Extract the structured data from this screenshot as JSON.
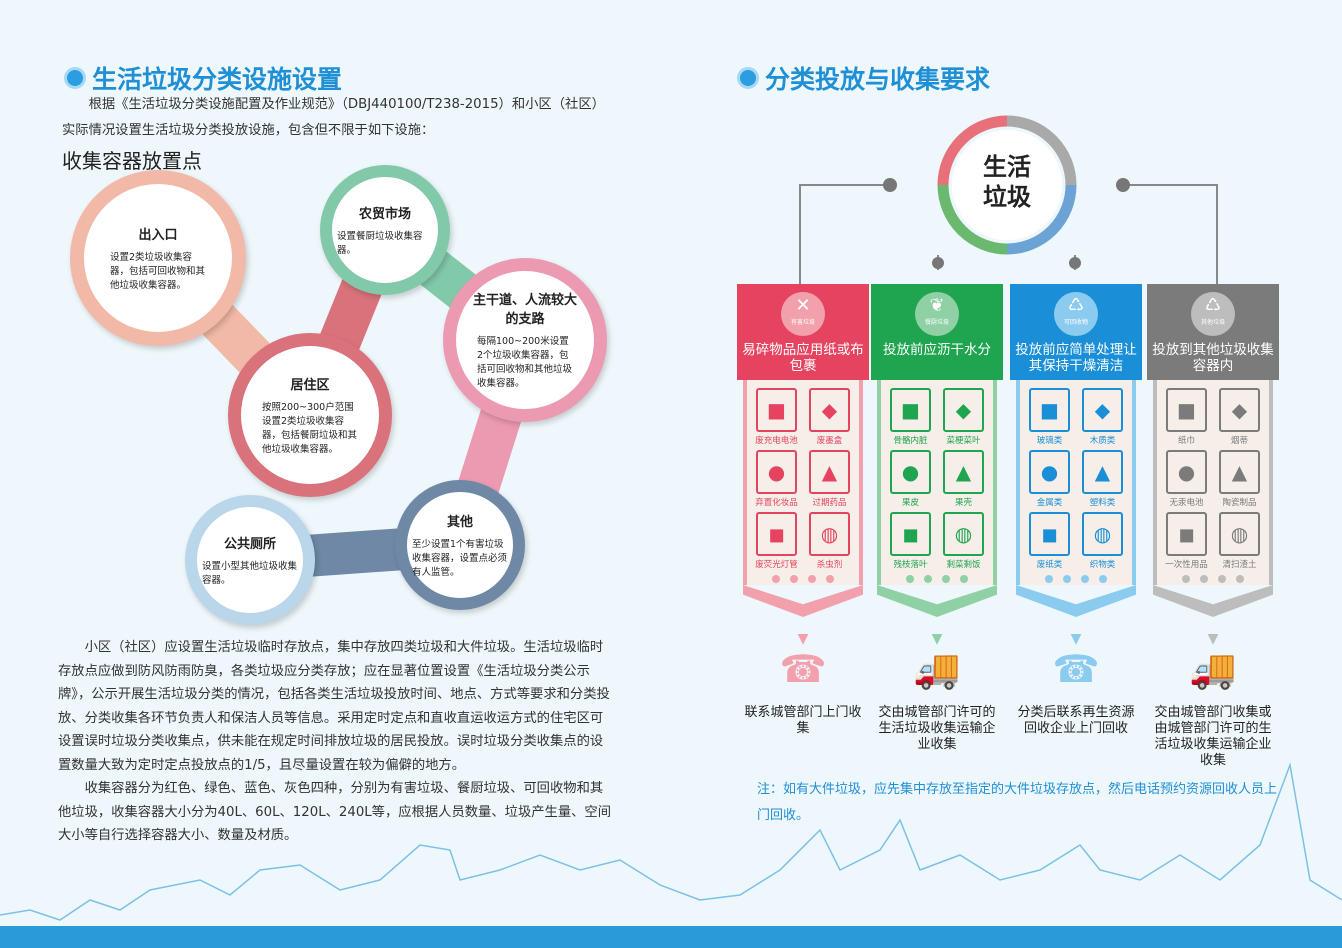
{
  "left": {
    "title": "生活垃圾分类设施设置",
    "intro": "根据《生活垃圾分类设施配置及作业规范》（DBJ440100/T238-2015）和小区（社区）实际情况设置生活垃圾分类投放设施，包含但不限于如下设施：",
    "subheading": "收集容器放置点",
    "points": [
      {
        "title": "出入口",
        "text": "设置2类垃圾收集容器，包括可回收物和其他垃圾收集容器。",
        "color": "#f2b8a8"
      },
      {
        "title": "农贸市场",
        "text": "设置餐厨垃圾收集容器。",
        "color": "#82c9aa"
      },
      {
        "title": "居住区",
        "text": "按照200~300户范围设置2类垃圾收集容器，包括餐厨垃圾和其他垃圾收集容器。",
        "color": "#d9727b"
      },
      {
        "title": "主干道、人流较大的支路",
        "text": "每隔100~200米设置2个垃圾收集容器，包括可回收物和其他垃圾收集容器。",
        "color": "#ec9ab2"
      },
      {
        "title": "其他",
        "text": "至少设置1个有害垃圾收集容器，设置点必须有人监管。",
        "color": "#6e88a6"
      },
      {
        "title": "公共厕所",
        "text": "设置小型其他垃圾收集容器。",
        "color": "#bad6eb"
      }
    ],
    "para1": "小区（社区）应设置生活垃圾临时存放点，集中存放四类垃圾和大件垃圾。生活垃圾临时存放点应做到防风防雨防臭，各类垃圾应分类存放；应在显著位置设置《生活垃圾分类公示牌》，公示开展生活垃圾分类的情况，包括各类生活垃圾投放时间、地点、方式等要求和分类投放、分类收集各环节负责人和保洁人员等信息。采用定时定点和直收直运收运方式的住宅区可设置误时垃圾分类收集点，供未能在规定时间排放垃圾的居民投放。误时垃圾分类收集点的设置数量大致为定时定点投放点的1/5，且尽量设置在较为偏僻的地方。",
    "para2": "收集容器分为红色、绿色、蓝色、灰色四种，分别为有害垃圾、餐厨垃圾、可回收物和其他垃圾，收集容器大小分为40L、60L、120L、240L等，应根据人员数量、垃圾产生量、空间大小等自行选择容器大小、数量及材质。"
  },
  "right": {
    "title": "分类投放与收集要求",
    "center": "生活垃圾",
    "columns": [
      {
        "badge": "有害垃圾",
        "color": "#e5435f",
        "light": "#f3a0ad",
        "head": "易碎物品应用纸或布包裹",
        "items": [
          "废充电电池",
          "废墨盒",
          "弃置化妆品",
          "过期药品",
          "废荧光灯管",
          "杀虫剂"
        ],
        "icon": "phone-icon",
        "out": "联系城管部门上门收集"
      },
      {
        "badge": "餐厨垃圾",
        "color": "#1fa54f",
        "light": "#8fd0a5",
        "head": "投放前应沥干水分",
        "items": [
          "骨骼内脏",
          "菜梗菜叶",
          "果皮",
          "果壳",
          "残枝落叶",
          "剩菜剩饭"
        ],
        "icon": "truck-icon",
        "out": "交由城管部门许可的生活垃圾收集运输企业收集"
      },
      {
        "badge": "可回收物",
        "color": "#1a8ed6",
        "light": "#8ccbf0",
        "head": "投放前应简单处理让其保持干燥清洁",
        "items": [
          "玻璃类",
          "木质类",
          "金属类",
          "塑料类",
          "废纸类",
          "织物类"
        ],
        "icon": "phone-icon",
        "out": "分类后联系再生资源回收企业上门回收"
      },
      {
        "badge": "其他垃圾",
        "color": "#7b7b7b",
        "light": "#bdbdbd",
        "head": "投放到其他垃圾收集容器内",
        "items": [
          "纸巾",
          "烟蒂",
          "无汞电池",
          "陶瓷制品",
          "一次性用品",
          "清扫渣土"
        ],
        "icon": "truck-icon",
        "out": "交由城管部门收集或由城管部门许可的生活垃圾收集运输企业收集"
      }
    ],
    "note": "注：如有大件垃圾，应先集中存放至指定的大件垃圾存放点，然后电话预约资源回收人员上门回收。"
  }
}
